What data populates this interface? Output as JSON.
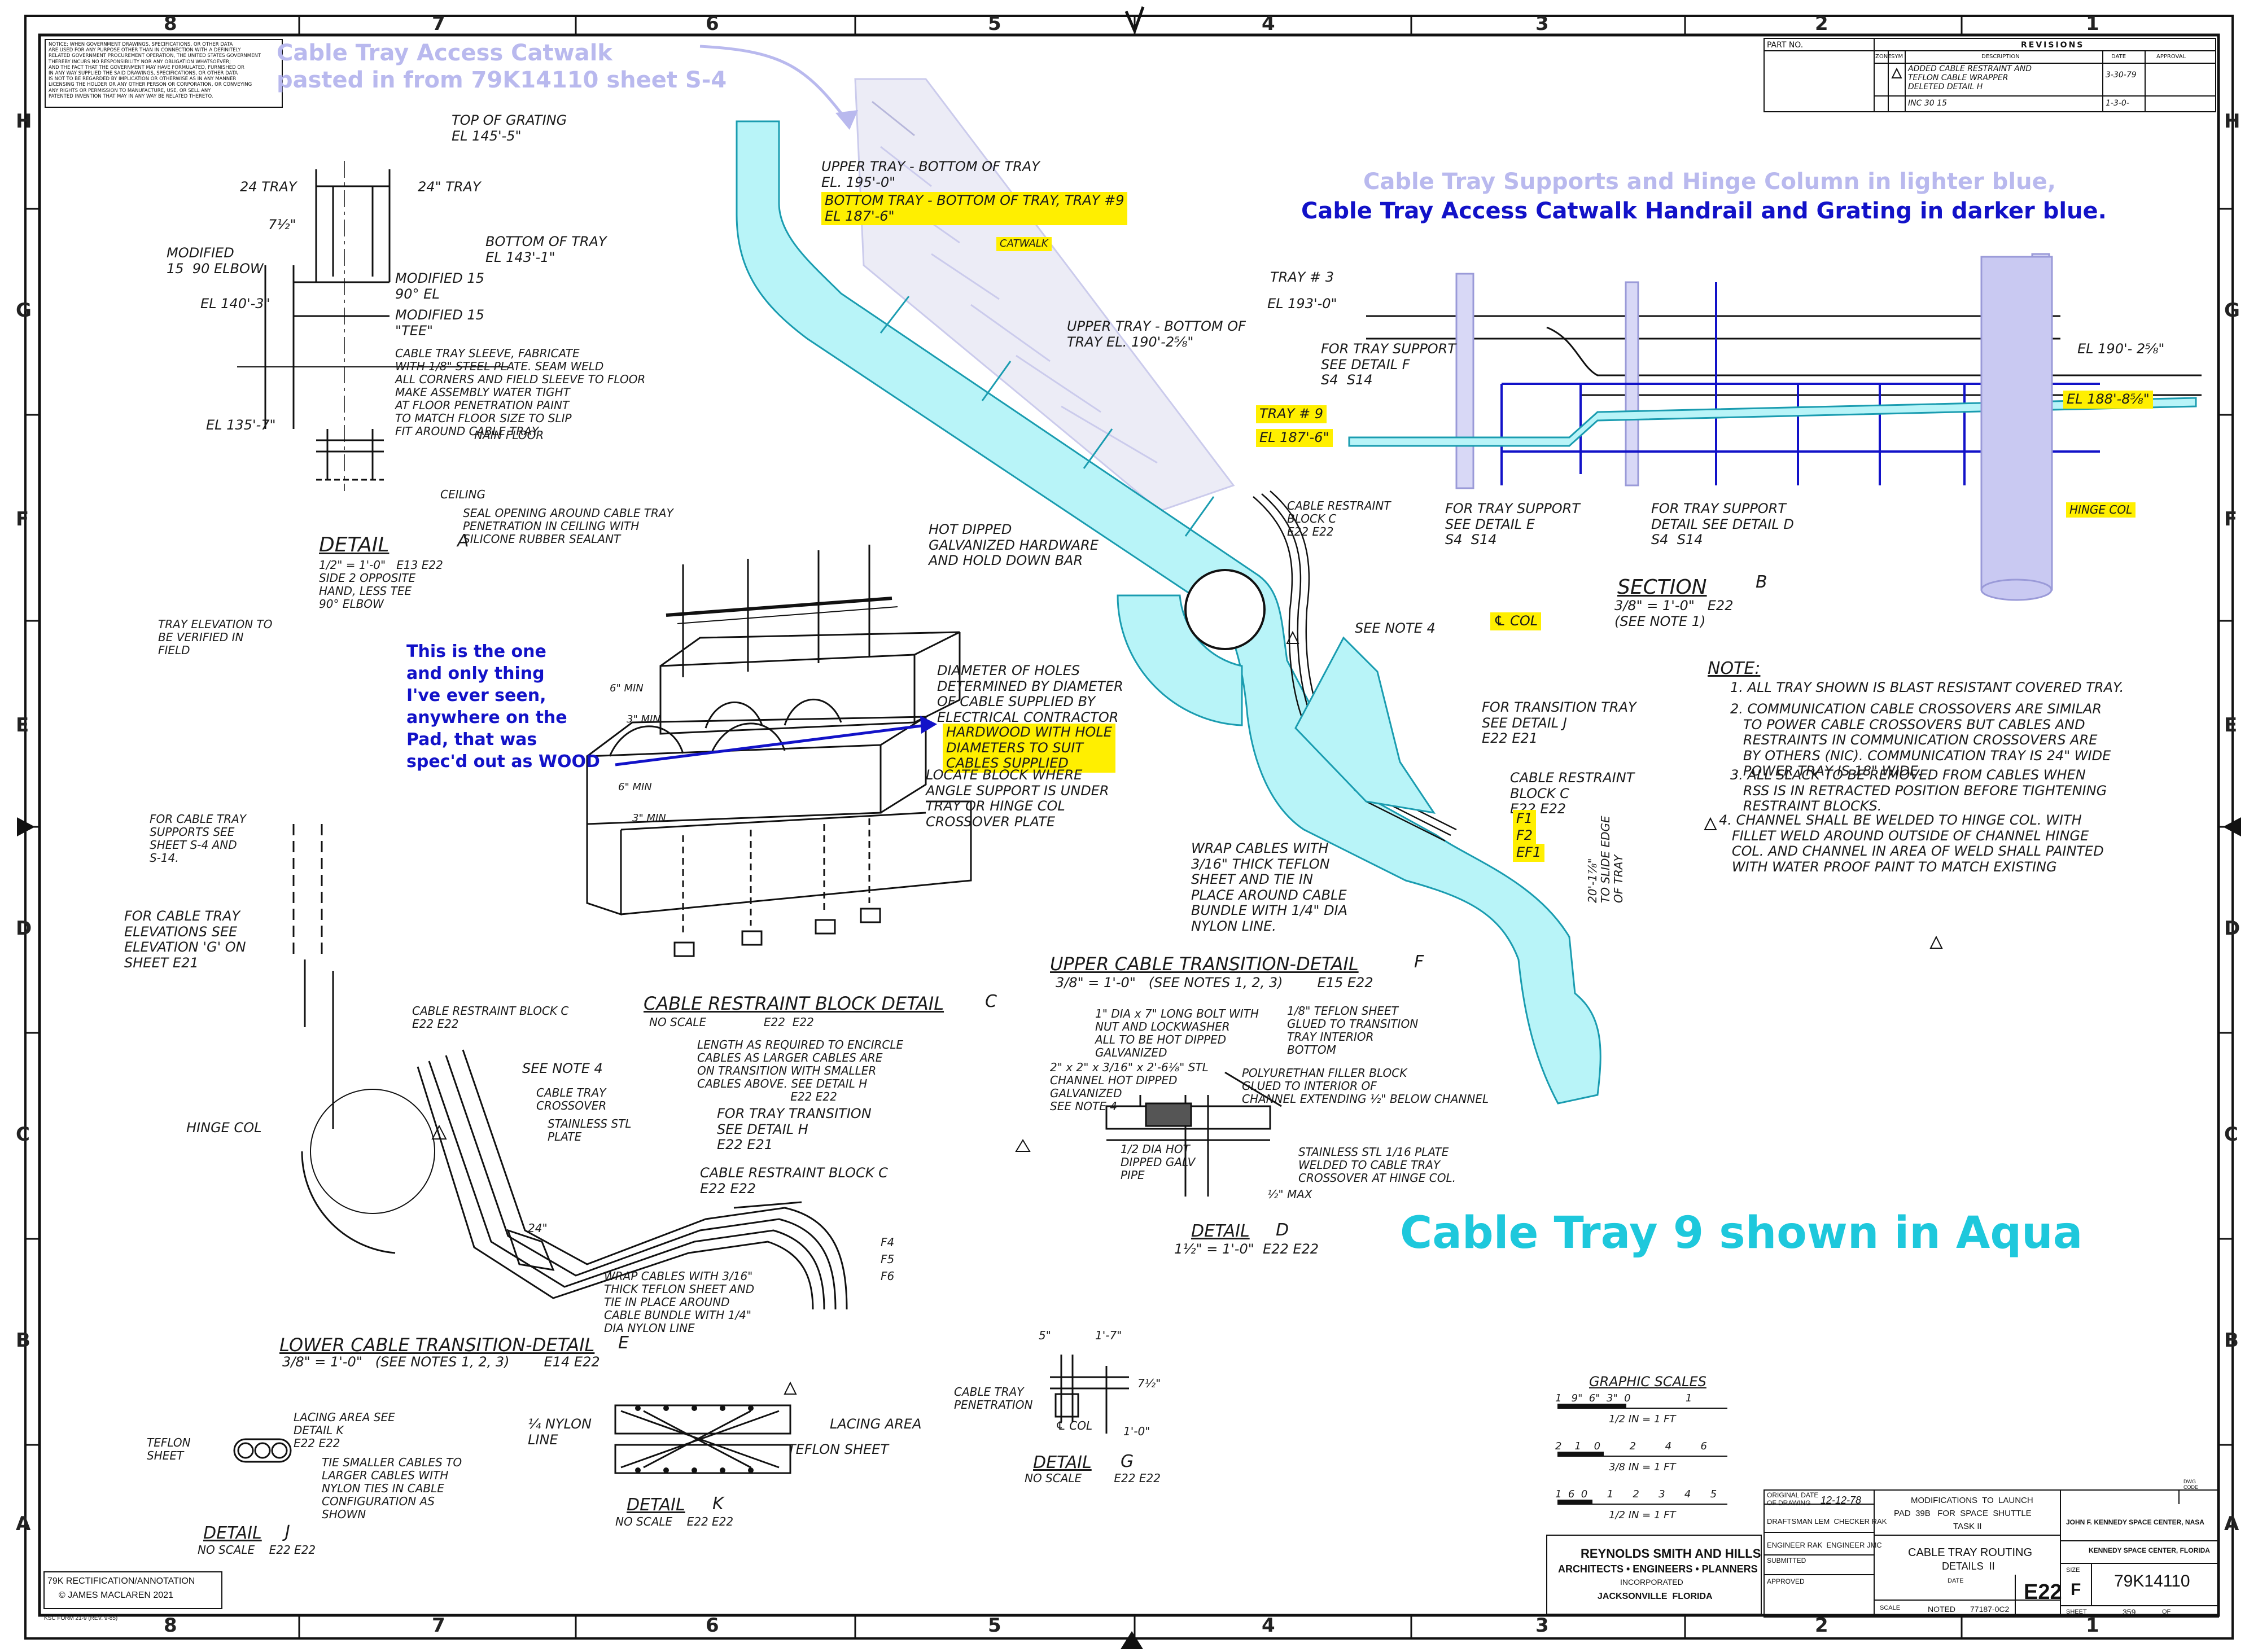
{
  "zones": {
    "columns": [
      "8",
      "7",
      "6",
      "5",
      "4",
      "3",
      "2",
      "1"
    ],
    "rows": [
      "H",
      "G",
      "F",
      "E",
      "D",
      "C",
      "B",
      "A"
    ]
  },
  "annotations": {
    "catwalk_pasted": "Cable Tray Access Catwalk\npasted in from 79K14110 sheet S-4",
    "supports_lighter": "Cable Tray Supports and Hinge Column in lighter blue,",
    "catwalk_darker": "Cable Tray Access Catwalk Handrail and Grating in darker blue.",
    "tray9_aqua": "Cable Tray 9 shown in Aqua",
    "wood_note": "This is the one\nand only thing\nI've ever seen,\nanywhere on the\nPad, that was\nspec'd out as WOOD"
  },
  "labels": {
    "top_grating": "TOP OF GRATING\nEL 145'-5\"",
    "tray24": "24\" TRAY",
    "tray24b": "24 TRAY",
    "bottom_tray_143": "BOTTOM OF TRAY\nEL 143'-1\"",
    "dim_7half": "7½\"",
    "modified_90_elbow": "MODIFIED\n15  90 ELBOW",
    "modified_15_90": "MODIFIED 15\n90° EL",
    "el_140": "EL 140'-3\"",
    "modified_tee": "MODIFIED 15\n\"TEE\"",
    "sleeve_note": "CABLE TRAY SLEEVE, FABRICATE\nWITH 1/8\" STEEL PLATE. SEAM WELD\nALL CORNERS AND FIELD SLEEVE TO FLOOR\nMAKE ASSEMBLY WATER TIGHT\nAT FLOOR PENETRATION PAINT\nTO MATCH FLOOR SIZE TO SLIP\nFIT AROUND CABLE TRAY",
    "nain_floor": "NAIN FLOOR",
    "el_135": "EL 135'-7\"",
    "ceiling": "CEILING",
    "seal_opening": "SEAL OPENING AROUND CABLE TRAY\nPENETRATION IN CEILING WITH\nSILICONE RUBBER SEALANT",
    "detail_a": "DETAIL",
    "detail_a_letter": "A",
    "detail_a_scale": "1/2\" = 1'-0\"   E13 E22\nSIDE 2 OPPOSITE\nHAND, LESS TEE\n90° ELBOW",
    "upper_tray_195": "UPPER TRAY - BOTTOM OF TRAY\nEL. 195'-0\"",
    "bottom_tray9": "BOTTOM TRAY - BOTTOM OF TRAY, TRAY #9\nEL 187'-6\"",
    "catwalk": "CATWALK",
    "upper_tray_190": "UPPER TRAY - BOTTOM OF\nTRAY EL. 190'-2⅝\"",
    "tray3": "TRAY # 3",
    "el_193": "EL 193'-0\"",
    "tray_support_f": "FOR TRAY SUPPORT\nSEE DETAIL F\nS4  S14",
    "el_190_r": "EL 190'- 2⅝\"",
    "el_188": "EL 188'-8⅝\"",
    "tray9": "TRAY # 9",
    "el_187": "EL 187'-6\"",
    "tray_support_e": "FOR TRAY SUPPORT\nSEE DETAIL E\nS4  S14",
    "tray_support_d": "FOR TRAY SUPPORT\nDETAIL SEE DETAIL D\nS4  S14",
    "hinge_col_r": "HINGE COL",
    "restraint_block_c": "CABLE RESTRAINT\nBLOCK C\nE22 E22",
    "hot_dipped": "HOT DIPPED\nGALVANIZED HARDWARE\nAND HOLD DOWN BAR",
    "tray_elev": "TRAY ELEVATION TO\nBE VERIFIED IN\nFIELD",
    "see_note4": "SEE NOTE 4",
    "col_center": "℄ COL",
    "section_b": "SECTION",
    "section_b_letter": "B",
    "section_b_scale": "3/8\" = 1'-0\"   E22\n(SEE NOTE 1)",
    "diameter_holes": "DIAMETER OF HOLES\nDETERMINED BY DIAMETER\nOF CABLE SUPPLIED BY\nELECTRICAL CONTRACTOR",
    "hardwood": "HARDWOOD WITH HOLE\nDIAMETERS TO SUIT\nCABLES SUPPLIED",
    "locate_block": "LOCATE BLOCK WHERE\nANGLE SUPPORT IS UNDER\nTRAY OR HINGE COL\nCROSSOVER PLATE",
    "six_min": "6\" MIN",
    "three_min": "3\" MIN",
    "transition_tray": "FOR TRANSITION TRAY\nSEE DETAIL J\nE22 E21",
    "restraint_block_c2": "CABLE RESTRAINT\nBLOCK C\nE22 E22",
    "f1": "F1",
    "f2": "F2",
    "ef1": "EF1",
    "slide_edge": "20'-1⅞\"\nTO SLIDE EDGE\nOF TRAY",
    "wrap_cables": "WRAP CABLES WITH\n3/16\" THICK TEFLON\nSHEET AND TIE IN\nPLACE AROUND CABLE\nBUNDLE WITH 1/4\" DIA\nNYLON LINE.",
    "cable_supports": "FOR CABLE TRAY\nSUPPORTS SEE\nSHEET S-4 AND\nS-14.",
    "cable_elev": "FOR CABLE TRAY\nELEVATIONS SEE\nELEVATION 'G' ON\nSHEET E21",
    "note_title": "NOTE:",
    "note1": "1. ALL TRAY SHOWN IS BLAST RESISTANT COVERED TRAY.",
    "note2": "2. COMMUNICATION CABLE CROSSOVERS ARE SIMILAR\n   TO POWER CABLE CROSSOVERS BUT CABLES AND\n   RESTRAINTS IN COMMUNICATION CROSSOVERS ARE\n   BY OTHERS (NIC). COMMUNICATION TRAY IS 24\" WIDE\n   POWER TRAY IS 18\" WIDE.",
    "note3": "3. ALL SLACK TO BE REMOVED FROM CABLES WHEN\n   RSS IS IN RETRACTED POSITION BEFORE TIGHTENING\n   RESTRAINT BLOCKS.",
    "note4": "4. CHANNEL SHALL BE WELDED TO HINGE COL. WITH\n   FILLET WELD AROUND OUTSIDE OF CHANNEL HINGE\n   COL. AND CHANNEL IN AREA OF WELD SHALL PAINTED\n   WITH WATER PROOF PAINT TO MATCH EXISTING",
    "crb_detail": "CABLE RESTRAINT BLOCK DETAIL",
    "crb_letter": "C",
    "crb_scale": "NO SCALE                E22  E22",
    "length_as_req": "LENGTH AS REQUIRED TO ENCIRCLE\nCABLES AS LARGER CABLES ARE\nON TRANSITION WITH SMALLER\nCABLES ABOVE. SEE DETAIL H\n                          E22 E22",
    "restraint_block_ll": "CABLE RESTRAINT BLOCK C\nE22 E22",
    "see_note4_b": "SEE NOTE 4",
    "cable_tray_cross": "CABLE TRAY\nCROSSOVER",
    "stainless_plate": "STAINLESS STL\nPLATE",
    "hinge_col_l": "HINGE COL",
    "tray_transition_h": "FOR TRAY TRANSITION\nSEE DETAIL H\nE22 E21",
    "restraint_block_c3": "CABLE RESTRAINT BLOCK C\nE22 E22",
    "f4": "F4",
    "f5": "F5",
    "f6": "F6",
    "wrap_cables2": "WRAP CABLES WITH 3/16\"\nTHICK TEFLON SHEET AND\nTIE IN PLACE AROUND\nCABLE BUNDLE WITH 1/4\"\nDIA NYLON LINE",
    "twenty4": "24\"",
    "lower_transition": "LOWER CABLE TRANSITION-DETAIL",
    "lower_letter": "E",
    "lower_scale": "3/8\" = 1'-0\"   (SEE NOTES 1, 2, 3)        E14 E22",
    "upper_transition": "UPPER CABLE TRANSITION-DETAIL",
    "upper_letter": "F",
    "upper_scale": "3/8\" = 1'-0\"   (SEE NOTES 1, 2, 3)        E15 E22",
    "bolt_note": "1\" DIA x 7\" LONG BOLT WITH\nNUT AND LOCKWASHER\nALL TO BE HOT DIPPED\nGALVANIZED",
    "channel_note": "2\" x 2\" x 3/16\" x 2'-6⅛\" STL\nCHANNEL HOT DIPPED\nGALVANIZED\nSEE NOTE 4",
    "teflon_18": "1/8\" TEFLON SHEET\nGLUED TO TRANSITION\nTRAY INTERIOR\nBOTTOM",
    "polyurethane": "POLYURETHAN FILLER BLOCK\nGLUED TO INTERIOR OF\nCHANNEL EXTENDING ½\" BELOW CHANNEL",
    "half_dia_hot": "1/2 DIA HOT\nDIPPED GALV\nPIPE",
    "stainless_116": "STAINLESS STL 1/16 PLATE\nWELDED TO CABLE TRAY\nCROSSOVER AT HINGE COL.",
    "half_max": "½\" MAX",
    "detail_d": "DETAIL",
    "detail_d_letter": "D",
    "detail_d_scale": "1½\" = 1'-0\"  E22 E22",
    "lacing_area_see": "LACING AREA SEE\nDETAIL K\nE22 E22",
    "teflon_sheet_l": "TEFLON\nSHEET",
    "tie_smaller": "TIE SMALLER CABLES TO\nLARGER CABLES WITH\nNYLON TIES IN CABLE\nCONFIGURATION AS\nSHOWN",
    "detail_j": "DETAIL",
    "detail_j_letter": "J",
    "detail_j_scale": "NO SCALE    E22 E22",
    "nylon_line": "¼ NYLON\nLINE",
    "lacing_area": "LACING AREA",
    "teflon_sheet_k": "TEFLON SHEET",
    "detail_k": "DETAIL",
    "detail_k_letter": "K",
    "detail_k_scale": "NO SCALE    E22 E22",
    "cable_tray_pen": "CABLE TRAY\nPENETRATION",
    "five_in": "5\"",
    "one_7": "1'-7\"",
    "seven_half": "7½\"",
    "col_g": "℄ COL",
    "one_0": "1'-0\"",
    "detail_g": "DETAIL",
    "detail_g_letter": "G",
    "detail_g_scale": "NO SCALE         E22 E22",
    "graphic_scales": "GRAPHIC SCALES",
    "scale1_ticks": "1   9\"  6\"  3\"  0                 1",
    "scale1_label": "1/2 IN = 1 FT",
    "scale2_ticks": "2    1    0         2         4         6",
    "scale2_label": "3/8 IN = 1 FT",
    "scale3_ticks": "1  6  0      1      2      3      4      5",
    "scale3_label": "1/2 IN = 1 FT"
  },
  "title_block": {
    "firm_1": "REYNOLDS SMITH AND HILLS",
    "firm_2": "ARCHITECTS • ENGINEERS • PLANNERS",
    "firm_3": "INCORPORATED",
    "firm_4": "JACKSONVILLE  FLORIDA",
    "original_date_label": "ORIGINAL DATE\nOF DRAWING",
    "original_date": "12-12-78",
    "draftsman": "DRAFTSMAN LEM  CHECKER RAK",
    "engineer": "ENGINEER RAK  ENGINEER JMC",
    "submitted": "SUBMITTED",
    "approved": "APPROVED",
    "mods_1": "MODIFICATIONS  TO  LAUNCH",
    "mods_2": "PAD  39B   FOR  SPACE  SHUTTLE",
    "mods_3": "TASK II",
    "title_1": "CABLE TRAY ROUTING",
    "title_2": "DETAILS  II",
    "date_label": "DATE",
    "scale_label": "SCALE",
    "scale_val": "NOTED",
    "job_no": "77187-0C2",
    "sheet_id": "E22",
    "center_1": "JOHN F. KENNEDY SPACE CENTER, NASA",
    "center_2": "KENNEDY SPACE CENTER, FLORIDA",
    "size_label": "SIZE",
    "size_val": "F",
    "dwg_no": "79K14110",
    "sheet_label": "SHEET",
    "sheet_val": "359",
    "of_label": "OF",
    "dwg_code": "DWG\nCODE",
    "ksc_form": "KSC FORM 21-9 (REV. 9-85)"
  },
  "revisions": {
    "header": "REVISIONS",
    "part_no": "PART NO.",
    "cols": [
      "ZONE",
      "SYM",
      "DESCRIPTION",
      "DATE",
      "APPROVAL"
    ],
    "row1_desc": "ADDED CABLE RESTRAINT AND\nTEFLON CABLE WRAPPER\nDELETED DETAIL H",
    "row1_date": "3-30-79",
    "row2_desc": "INC 30 15",
    "row2_date": "1-3-0-"
  },
  "notice": "NOTICE: WHEN GOVERNMENT DRAWINGS, SPECIFICATIONS, OR OTHER DATA\nARE USED FOR ANY PURPOSE OTHER THAN IN CONNECTION WITH A DEFINITELY\nRELATED GOVERNMENT PROCUREMENT OPERATION, THE UNITED STATES GOVERNMENT\nTHEREBY INCURS NO RESPONSIBILITY NOR ANY OBLIGATION WHATSOEVER;\nAND THE FACT THAT THE GOVERNMENT MAY HAVE FORMULATED, FURNISHED OR\nIN ANY WAY SUPPLIED THE SAID DRAWINGS, SPECIFICATIONS, OR OTHER DATA\nIS NOT TO BE REGARDED BY IMPLICATION OR OTHERWISE AS IN ANY MANNER\nLICENSING THE HOLDER OR ANY OTHER PERSON OR CORPORATION, OR CONVEYING\nANY RIGHTS OR PERMISSION TO MANUFACTURE, USE, OR SELL ANY\nPATENTED INVENTION THAT MAY IN ANY WAY BE RELATED THERETO.",
  "credit": {
    "line1": "79K RECTIFICATION/ANNOTATION",
    "line2": "© JAMES MACLAREN 2021"
  },
  "colors": {
    "aqua_fill": "#b8f4f8",
    "aqua_stroke": "#1a9cb0",
    "light_blue": "#b9b9ee",
    "dark_blue": "#1212c8",
    "highlight": "#ffef00"
  }
}
